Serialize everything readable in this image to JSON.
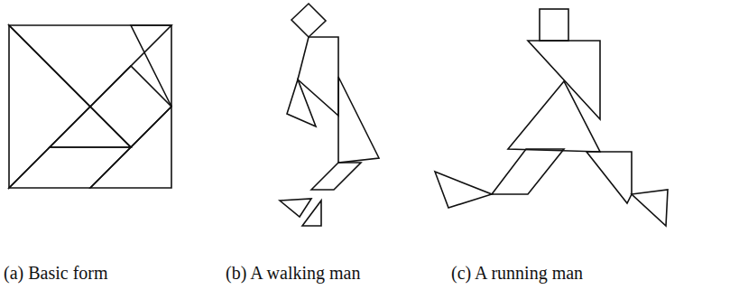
{
  "diagram": {
    "labels": [
      "(a) Basic form",
      "(b) A walking man",
      "(c) A running man"
    ]
  }
}
